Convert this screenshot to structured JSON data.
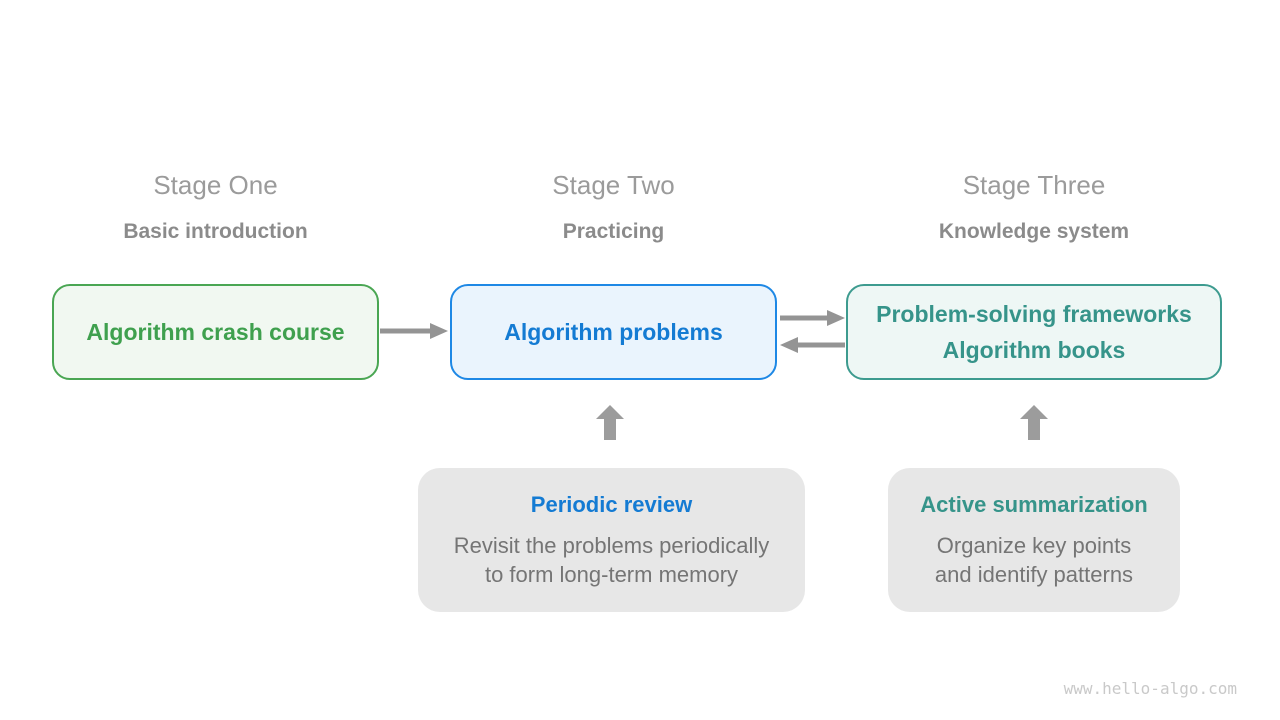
{
  "diagram": {
    "stages": [
      {
        "title": "Stage One",
        "subtitle": "Basic introduction",
        "box_lines": [
          "Algorithm crash course"
        ],
        "box_colors": {
          "text": "#3fa04e",
          "border": "#4aa653",
          "background": "#f1f8f1"
        }
      },
      {
        "title": "Stage Two",
        "subtitle": "Practicing",
        "box_lines": [
          "Algorithm problems"
        ],
        "box_colors": {
          "text": "#147bd3",
          "border": "#1e88e5",
          "background": "#eaf4fd"
        },
        "note": {
          "title": "Periodic review",
          "title_color": "#147bd3",
          "lines": [
            "Revisit the problems periodically",
            "to form long-term memory"
          ]
        }
      },
      {
        "title": "Stage Three",
        "subtitle": "Knowledge system",
        "box_lines": [
          "Problem-solving frameworks",
          "Algorithm books"
        ],
        "box_colors": {
          "text": "#36948a",
          "border": "#3d9b8f",
          "background": "#eef7f5"
        },
        "note": {
          "title": "Active summarization",
          "title_color": "#36948a",
          "lines": [
            "Organize key points",
            "and identify patterns"
          ]
        }
      }
    ],
    "arrows": [
      {
        "name": "stage1-to-stage2",
        "direction": "right"
      },
      {
        "name": "stage2-to-stage3",
        "direction": "right"
      },
      {
        "name": "stage3-to-stage2",
        "direction": "left"
      },
      {
        "name": "periodic-review-to-algorithm-problems",
        "direction": "up"
      },
      {
        "name": "active-summarization-to-knowledge-box",
        "direction": "up"
      }
    ],
    "colors": {
      "arrow": "#949494",
      "stage_title": "#9b9b9b",
      "stage_subtitle": "#8b8b8b",
      "note_background": "#e7e7e7",
      "note_body_text": "#757575",
      "watermark": "#c9c9c9",
      "page_background": "#ffffff"
    },
    "watermark": "www.hello-algo.com"
  }
}
